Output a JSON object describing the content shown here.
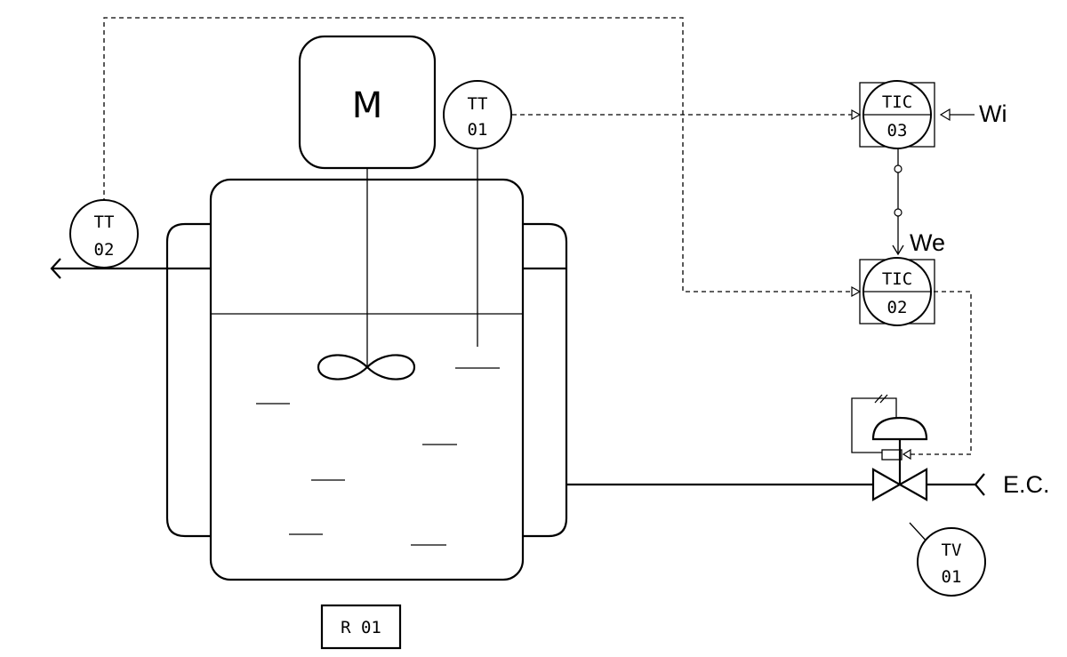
{
  "motor": {
    "label": "M"
  },
  "instruments": {
    "tt01": {
      "line1": "TT",
      "line2": "01"
    },
    "tt02": {
      "line1": "TT",
      "line2": "02"
    },
    "tic03": {
      "line1": "TIC",
      "line2": "03"
    },
    "tic02": {
      "line1": "TIC",
      "line2": "02"
    },
    "tv01": {
      "line1": "TV",
      "line2": "01"
    }
  },
  "signals": {
    "internal_setpoint": "Wi",
    "external_setpoint": "We"
  },
  "streams": {
    "inlet": "E.C."
  },
  "reactor": {
    "tag": "R 01"
  }
}
